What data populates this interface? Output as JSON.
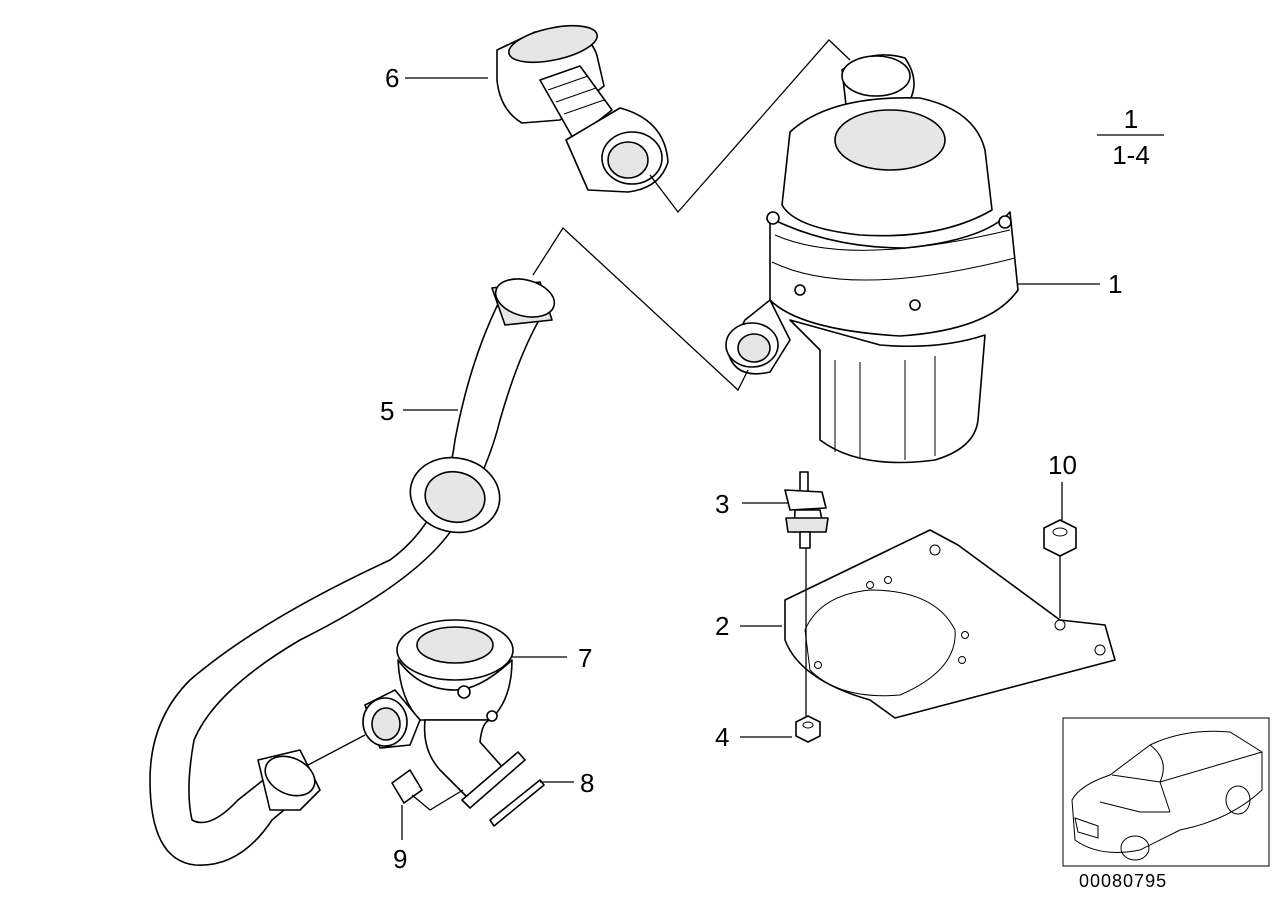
{
  "callouts": {
    "c1": "1",
    "c2": "2",
    "c3": "3",
    "c4": "4",
    "c5": "5",
    "c6": "6",
    "c7": "7",
    "c8": "8",
    "c9": "9",
    "c10": "10"
  },
  "fraction": {
    "numerator": "1",
    "denominator": "1-4"
  },
  "image_code": "00080795",
  "colors": {
    "line": "#000000",
    "background": "#ffffff"
  }
}
